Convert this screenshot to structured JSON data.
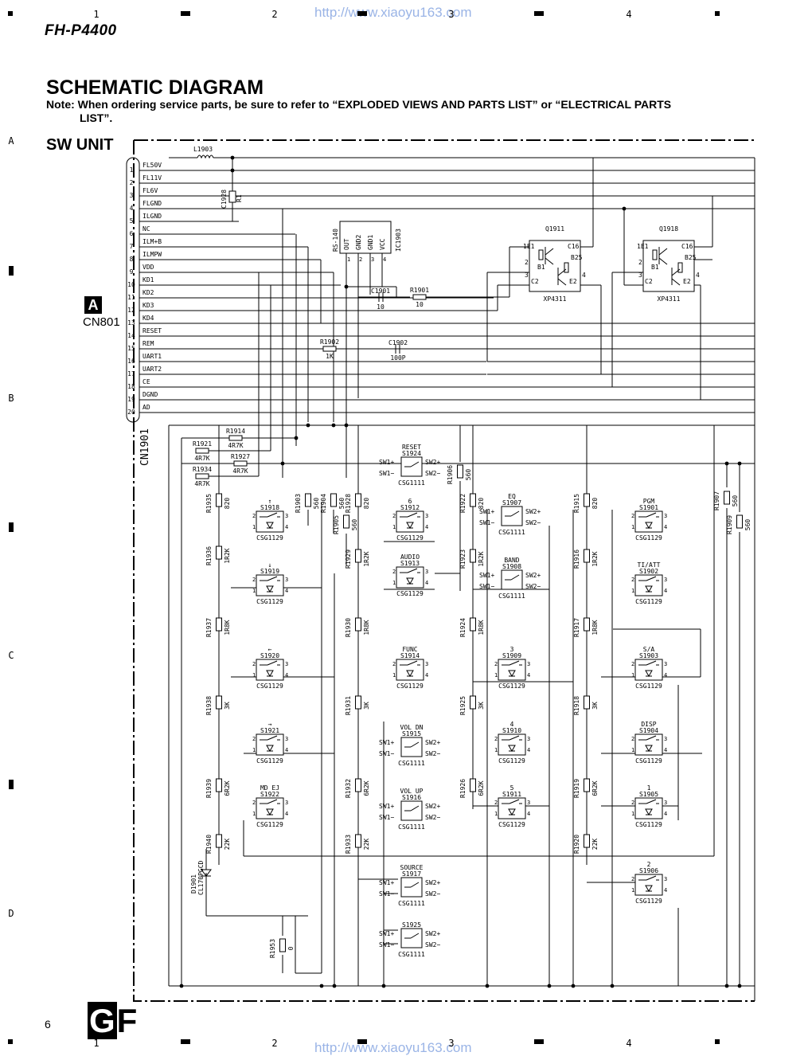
{
  "header": {
    "model": "FH-P4400",
    "url_top": "http://www.xiaoyu163.com",
    "url_bottom": "http://www.xiaoyu163.com",
    "col_numbers": [
      "1",
      "2",
      "3",
      "4"
    ],
    "row_letters": [
      "A",
      "B",
      "C",
      "D"
    ]
  },
  "title": "SCHEMATIC DIAGRAM",
  "note_line1": "Note: When ordering service parts, be sure to refer to “EXPLODED VIEWS AND PARTS LIST” or “ELECTRICAL PARTS",
  "note_line2": "LIST”.",
  "unit_title": "SW UNIT",
  "unit_mark": "A",
  "connector_label": "CN801",
  "connector_name": "CN1901",
  "pins": [
    {
      "n": "1",
      "name": "FL50V"
    },
    {
      "n": "2",
      "name": "FL11V"
    },
    {
      "n": "3",
      "name": "FL6V"
    },
    {
      "n": "4",
      "name": "FLGND"
    },
    {
      "n": "5",
      "name": "ILGND"
    },
    {
      "n": "6",
      "name": "NC"
    },
    {
      "n": "7",
      "name": "ILM+B"
    },
    {
      "n": "8",
      "name": "ILMPW"
    },
    {
      "n": "9",
      "name": "VDD"
    },
    {
      "n": "10",
      "name": "KD1"
    },
    {
      "n": "11",
      "name": "KD2"
    },
    {
      "n": "12",
      "name": "KD3"
    },
    {
      "n": "13",
      "name": "KD4"
    },
    {
      "n": "14",
      "name": "RESET"
    },
    {
      "n": "15",
      "name": "REM"
    },
    {
      "n": "16",
      "name": "UART1"
    },
    {
      "n": "17",
      "name": "UART2"
    },
    {
      "n": "18",
      "name": "CE"
    },
    {
      "n": "19",
      "name": "DGND"
    },
    {
      "n": "20",
      "name": "AD"
    }
  ],
  "parts": {
    "l1903": "L1903",
    "c1928": "C1928",
    "r1": "R1",
    "ic1903": "IC1903",
    "ic_model": "RS-140",
    "ic_pins": [
      "OUT",
      "GND2",
      "GND1",
      "VCC"
    ],
    "ic_pin_nums": [
      "1",
      "2",
      "3",
      "4"
    ],
    "q1911": "Q1911",
    "q1918": "Q1918",
    "q_model": "XP4311",
    "q_pins": [
      "1",
      "2",
      "3",
      "4",
      "5",
      "6"
    ],
    "q_nodes": [
      "E1",
      "C1",
      "B2",
      "B1",
      "C2",
      "E2"
    ],
    "c1901": "C1901",
    "c1901_v": "10",
    "r1901": "R1901",
    "r1901_v": "10",
    "r1902": "R1902",
    "r1902_v": "1K",
    "c1902": "C1902",
    "c1902_v": "100P",
    "r1914": "R1914",
    "r1914_v": "4R7K",
    "r1921": "R1921",
    "r1921_v": "4R7K",
    "r1927": "R1927",
    "r1927_v": "4R7K",
    "r1934": "R1934",
    "r1934_v": "4R7K",
    "r1906": "R1906",
    "r1906_v": "560",
    "r1907": "R1907",
    "r1907_v": "560",
    "r1909": "R1909",
    "r1909_v": "560",
    "r1953": "R1953",
    "r1953_v": "0",
    "d1901": "D1901",
    "d1901_model": "CL170PGCD"
  },
  "resistor_columns": [
    {
      "items": [
        {
          "name": "R1935",
          "value": "820"
        },
        {
          "name": "R1936",
          "value": "1R2K"
        },
        {
          "name": "R1937",
          "value": "1R8K"
        },
        {
          "name": "R1938",
          "value": "3K"
        },
        {
          "name": "R1939",
          "value": "6R2K"
        },
        {
          "name": "R1940",
          "value": "22K"
        }
      ]
    },
    {
      "items": [
        {
          "name": "R1903",
          "value": "560"
        },
        {
          "name": "R1904",
          "value": "560"
        },
        {
          "name": "R1905",
          "value": "560"
        }
      ]
    },
    {
      "items": [
        {
          "name": "R1928",
          "value": "820"
        },
        {
          "name": "R1929",
          "value": "1R2K"
        },
        {
          "name": "R1930",
          "value": "1R8K"
        },
        {
          "name": "R1931",
          "value": "3K"
        },
        {
          "name": "R1932",
          "value": "6R2K"
        },
        {
          "name": "R1933",
          "value": "22K"
        }
      ]
    },
    {
      "items": [
        {
          "name": "R1922",
          "value": "820"
        },
        {
          "name": "R1923",
          "value": "1R2K"
        },
        {
          "name": "R1924",
          "value": "1R8K"
        },
        {
          "name": "R1925",
          "value": "3K"
        },
        {
          "name": "R1926",
          "value": "6R2K"
        }
      ]
    },
    {
      "items": [
        {
          "name": "R1915",
          "value": "820"
        },
        {
          "name": "R1916",
          "value": "1R2K"
        },
        {
          "name": "R1917",
          "value": "1R8K"
        },
        {
          "name": "R1918",
          "value": "3K"
        },
        {
          "name": "R1919",
          "value": "6R2K"
        },
        {
          "name": "R1920",
          "value": "22K"
        }
      ]
    }
  ],
  "switches_1129": [
    {
      "label": "↑",
      "name": "S1918"
    },
    {
      "label": "↓",
      "name": "S1919"
    },
    {
      "label": "←",
      "name": "S1920"
    },
    {
      "label": "→",
      "name": "S1921"
    },
    {
      "label": "MD EJ",
      "name": "S1922"
    },
    {
      "label": "6",
      "name": "S1912"
    },
    {
      "label": "AUDIO",
      "name": "S1913"
    },
    {
      "label": "FUNC",
      "name": "S1914"
    },
    {
      "label": "3",
      "name": "S1909"
    },
    {
      "label": "4",
      "name": "S1910"
    },
    {
      "label": "5",
      "name": "S1911"
    },
    {
      "label": "PGM",
      "name": "S1901"
    },
    {
      "label": "TI/ATT",
      "name": "S1902"
    },
    {
      "label": "S/A",
      "name": "S1903"
    },
    {
      "label": "DISP",
      "name": "S1904"
    },
    {
      "label": "1",
      "name": "S1905"
    },
    {
      "label": "2",
      "name": "S1906"
    }
  ],
  "switches_1111": [
    {
      "label": "RESET",
      "name": "S1924"
    },
    {
      "label": "EQ",
      "name": "S1907"
    },
    {
      "label": "BAND",
      "name": "S1908"
    },
    {
      "label": "VOL DN",
      "name": "S1915"
    },
    {
      "label": "VOL UP",
      "name": "S1916"
    },
    {
      "label": "SOURCE",
      "name": "S1917"
    },
    {
      "label": "",
      "name": "S1925"
    }
  ],
  "part_csg1129": "CSG1129",
  "part_csg1111": "CSG1111",
  "sw_pins": [
    "SW1+",
    "SW1−",
    "SW2+",
    "SW2−"
  ],
  "sw_pin_nums": [
    "1",
    "2",
    "3",
    "4"
  ],
  "page_number": "6",
  "page_mark": "GF"
}
